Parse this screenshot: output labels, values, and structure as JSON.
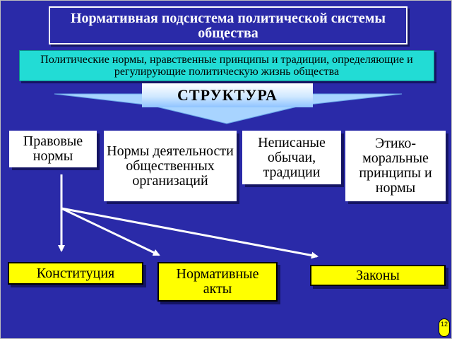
{
  "title": "Нормативная подсистема политической системы общества",
  "subtitle": "Политические нормы, нравственные принципы и традиции, определяющие и регулирующие политическую жизнь общества",
  "structure_label": "СТРУКТУРА",
  "categories": [
    "Правовые нормы",
    "Нормы деятельности общественных организаций",
    "Неписаные обычаи, традиции",
    "Этико-моральные принципы и нормы"
  ],
  "legal_sources": [
    "Конституция",
    "Нормативные акты",
    "Законы"
  ],
  "slide_number": "12",
  "colors": {
    "background": "#2a2aa8",
    "subtitle_bg": "#22dcd5",
    "legal_box_bg": "#ffff00",
    "category_box_bg": "#ffffff",
    "arrow": "#ffffff"
  }
}
